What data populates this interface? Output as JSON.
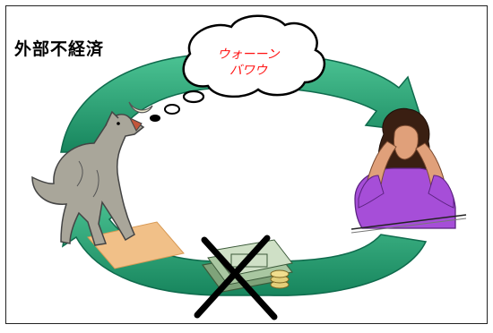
{
  "title": "外部不経済",
  "bubble": {
    "line1": "ウォーーン",
    "line2": "バワウ"
  },
  "colors": {
    "arrow": "#2ca57a",
    "arrow_dark": "#0f6b4d",
    "speech_text": "#ff1010",
    "woman_shirt": "#a64ed8",
    "wolf": "#a9a69a",
    "rug": "#f1c088",
    "money": "#7fa37a",
    "cross": "#000000"
  },
  "icons": [
    "howling-wolf",
    "crescent-moon",
    "thought-bubble",
    "distressed-woman",
    "cash-pile",
    "cross-out-mark"
  ]
}
